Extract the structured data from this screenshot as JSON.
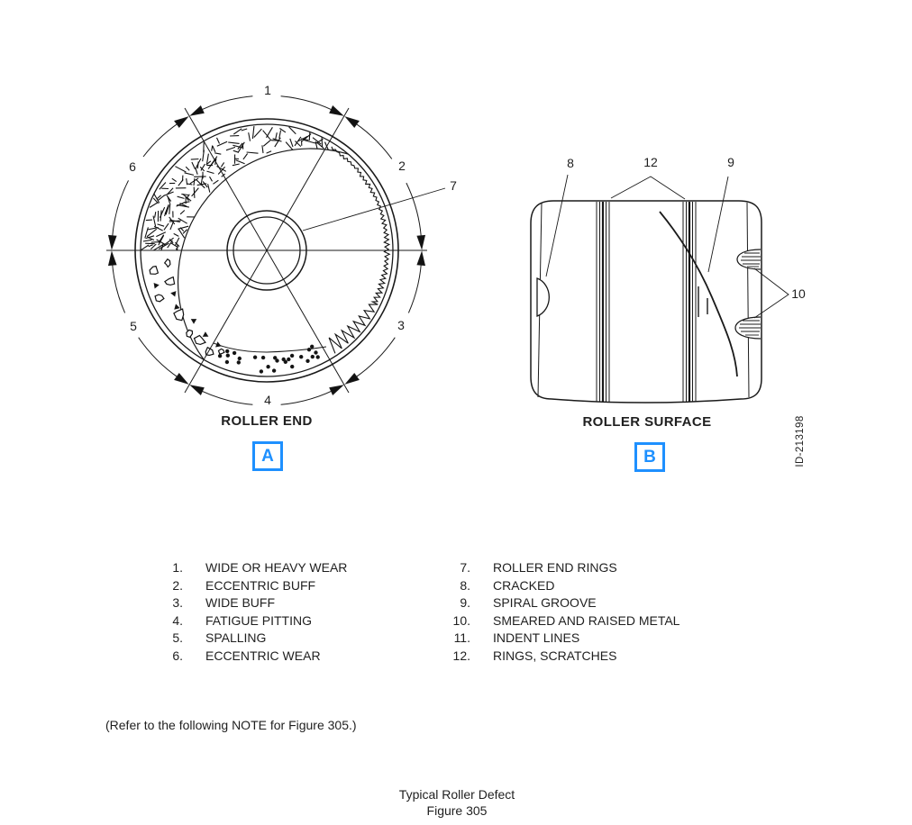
{
  "page": {
    "note": "(Refer to the following NOTE for Figure 305.)",
    "caption_title": "Typical Roller Defect",
    "caption_figure": "Figure 305",
    "id_stamp": "ID-213198"
  },
  "diagramA": {
    "title": "ROLLER END",
    "tag": "A",
    "callouts": [
      "1",
      "2",
      "3",
      "4",
      "5",
      "6",
      "7"
    ]
  },
  "diagramB": {
    "title": "ROLLER SURFACE",
    "tag": "B",
    "callouts": [
      "8",
      "12",
      "9",
      "10"
    ]
  },
  "legend": {
    "column1": [
      {
        "num": "1.",
        "label": "WIDE OR HEAVY WEAR"
      },
      {
        "num": "2.",
        "label": "ECCENTRIC BUFF"
      },
      {
        "num": "3.",
        "label": "WIDE BUFF"
      },
      {
        "num": "4.",
        "label": "FATIGUE PITTING"
      },
      {
        "num": "5.",
        "label": "SPALLING"
      },
      {
        "num": "6.",
        "label": "ECCENTRIC WEAR"
      }
    ],
    "column2": [
      {
        "num": "7.",
        "label": "ROLLER END RINGS"
      },
      {
        "num": "8.",
        "label": "CRACKED"
      },
      {
        "num": "9.",
        "label": "SPIRAL GROOVE"
      },
      {
        "num": "10.",
        "label": "SMEARED AND RAISED METAL"
      },
      {
        "num": "11.",
        "label": "INDENT LINES"
      },
      {
        "num": "12.",
        "label": "RINGS, SCRATCHES"
      }
    ]
  },
  "colors": {
    "accent_blue": "#1e90ff",
    "ink": "#1f1f1f"
  }
}
